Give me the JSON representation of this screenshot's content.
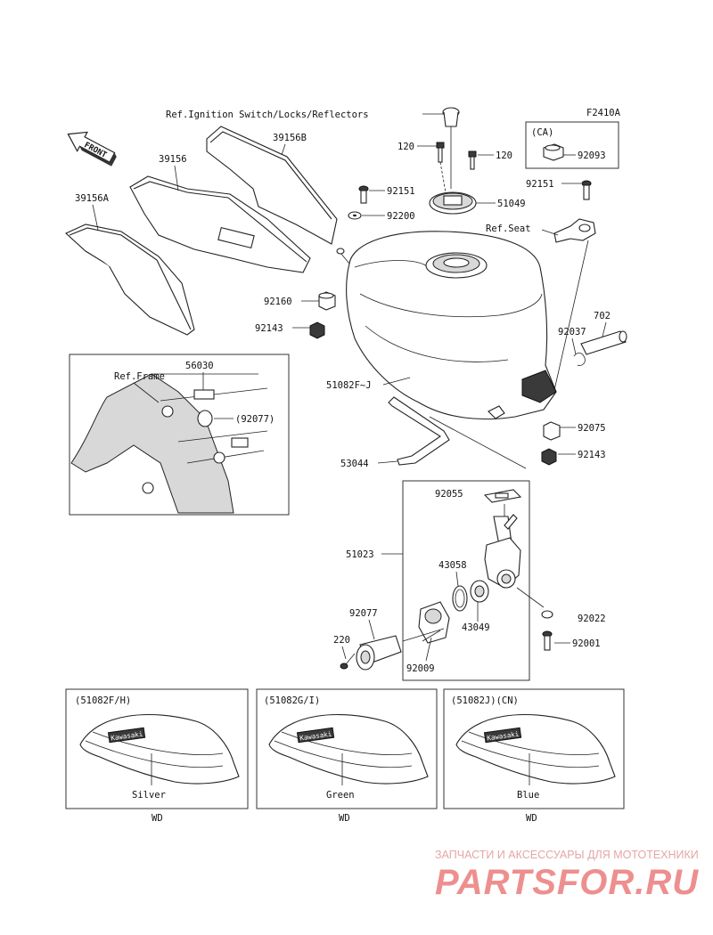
{
  "figure_code": "F2410A",
  "front_label": "FRONT",
  "refs": {
    "ignition": "Ref.Ignition Switch/Locks/Reflectors",
    "seat": "Ref.Seat",
    "frame": "Ref.Frame"
  },
  "ca": {
    "label": "(CA)",
    "part": "92093"
  },
  "parts": {
    "p39156B": "39156B",
    "p39156": "39156",
    "p39156A": "39156A",
    "p120a": "120",
    "p120b": "120",
    "p92151a": "92151",
    "p92151b": "92151",
    "p51049": "51049",
    "p92200": "92200",
    "p92160": "92160",
    "p92143a": "92143",
    "p702": "702",
    "p92037": "92037",
    "p51082": "51082F~J",
    "p92075": "92075",
    "p92143b": "92143",
    "p53044": "53044",
    "p56030": "56030",
    "p92077a": "(92077)",
    "p92055": "92055",
    "p51023": "51023",
    "p43058": "43058",
    "p43049": "43049",
    "p92022": "92022",
    "p92077b": "92077",
    "p220": "220",
    "p92001": "92001",
    "p92009": "92009"
  },
  "variants": [
    {
      "code": "(51082F/H)",
      "color": "Silver",
      "note": "WD"
    },
    {
      "code": "(51082G/I)",
      "color": "Green",
      "note": "WD"
    },
    {
      "code": "(51082J)(CN)",
      "color": "Blue",
      "note": "WD"
    }
  ],
  "watermark": {
    "tagline": "ЗАПЧАСТИ И АКСЕССУАРЫ ДЛЯ МОТОТЕХНИКИ",
    "brand": "PARTSFOR.RU"
  }
}
